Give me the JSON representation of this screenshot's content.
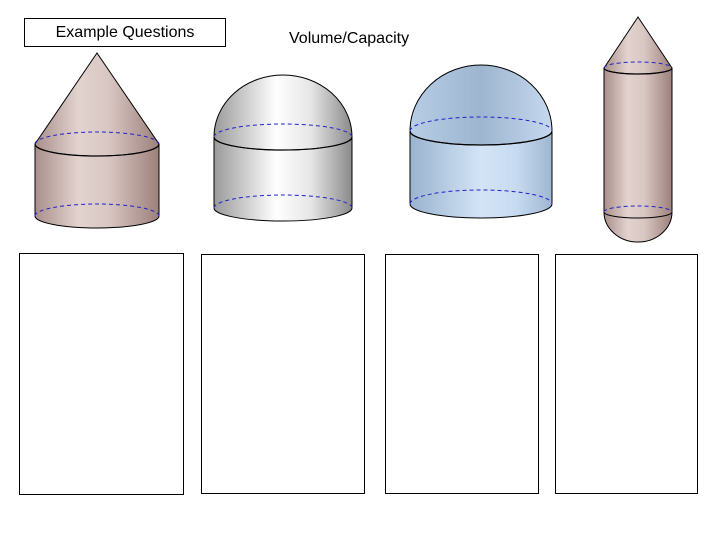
{
  "label": "Example Questions",
  "heading": "Volume/Capacity",
  "shapes": [
    {
      "name": "cone-on-cylinder",
      "fill": "#cdb7b2"
    },
    {
      "name": "hemisphere-on-cylinder",
      "fill": "#d9d9d9"
    },
    {
      "name": "hemisphere-on-cylinder-blue",
      "fill": "#bcd2ec"
    },
    {
      "name": "capsule-with-cone",
      "fill": "#cdb7b2"
    }
  ],
  "answer_boxes": 4
}
